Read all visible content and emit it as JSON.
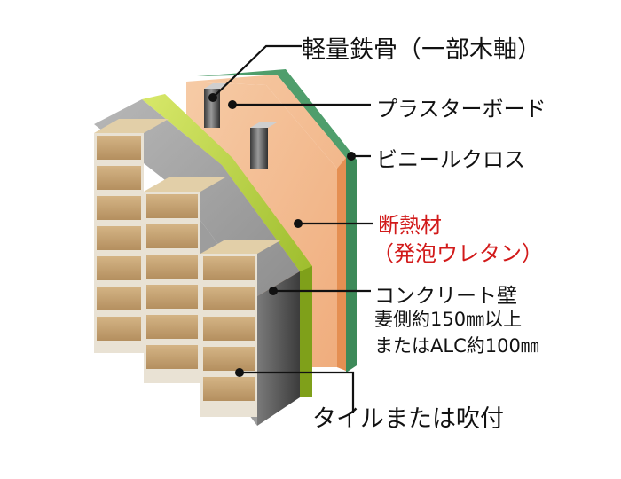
{
  "labels": {
    "steel_frame": "軽量鉄骨（一部木軸）",
    "plasterboard": "プラスターボード",
    "vinyl_cloth": "ビニールクロス",
    "insulation_line1": "断熱材",
    "insulation_line2": "（発泡ウレタン）",
    "concrete_line1": "コンクリート壁",
    "concrete_line2": "妻側約150㎜以上",
    "concrete_line3": "またはALC約100㎜",
    "tile": "タイルまたは吹付"
  },
  "colors": {
    "tile_face": "#c9a77a",
    "tile_joint": "#e9e2d4",
    "concrete": "#8a8a8a",
    "insulation": "#9bbf2a",
    "plasterboard": "#f2b98f",
    "vinyl_cloth": "#4f9e6c",
    "highlight_text": "#d21a1a"
  }
}
